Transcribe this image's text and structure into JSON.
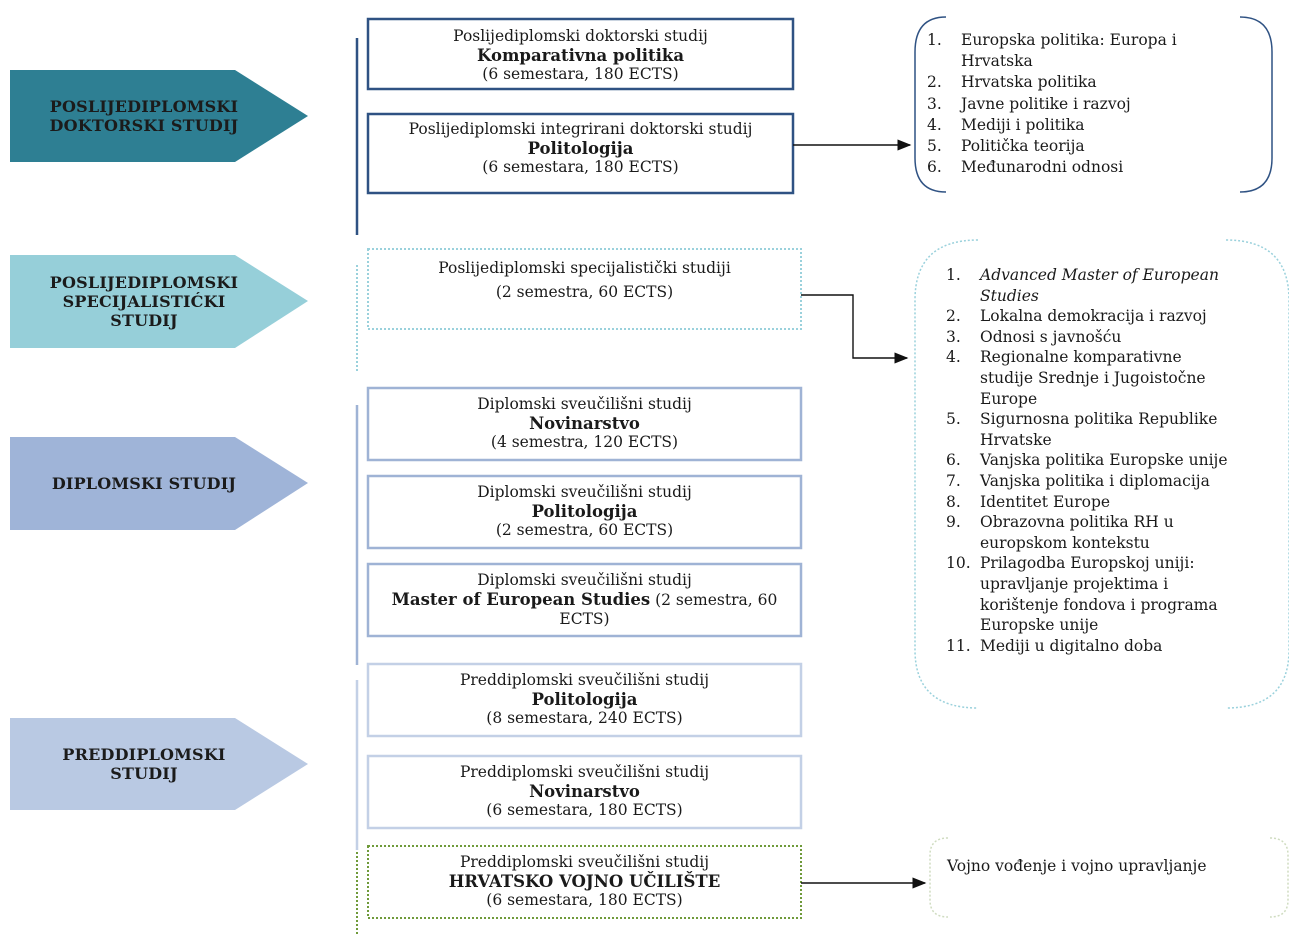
{
  "colors": {
    "doctoral": "#2e7f93",
    "specialist": "#96cfd9",
    "graduate": "#9fb4d8",
    "undergraduate": "#b9c9e3",
    "box_border_dark": "#2f5283",
    "box_border_light": "#9fb3d5",
    "box_border_specialist": "#9ad1dc",
    "box_border_military": "#6f9a3a"
  },
  "levels": {
    "doctoral": [
      "POSLIJEDIPLOMSKI",
      "DOKTORSKI STUDIJ"
    ],
    "specialist": [
      "POSLIJEDIPLOMSKI",
      "SPECIJALISTIĆKI",
      "STUDIJ"
    ],
    "graduate": [
      "DIPLOMSKI STUDIJ"
    ],
    "undergraduate": [
      "PREDDIPLOMSKI",
      "STUDIJ"
    ]
  },
  "programs": {
    "p1": {
      "line1": "Poslijediplomski doktorski studij",
      "name": "Komparativna politika",
      "line3": "(6 semestara, 180 ECTS)"
    },
    "p2": {
      "line1": "Poslijediplomski integrirani doktorski studij",
      "name": "Politologija",
      "line3": "(6 semestara, 180 ECTS)"
    },
    "p3": {
      "line1": "Poslijediplomski specijalistički studiji",
      "line3": "(2 semestra, 60 ECTS)"
    },
    "p4": {
      "line1": "Diplomski sveučilišni studij",
      "name": "Novinarstvo",
      "line3": "(4 semestra, 120 ECTS)"
    },
    "p5": {
      "line1": "Diplomski sveučilišni studij",
      "name": "Politologija",
      "line3": "(2 semestra, 60 ECTS)"
    },
    "p6": {
      "line1": "Diplomski sveučilišni studij",
      "name": "Master of European Studies",
      "name_suffix": " (2 semestra, 60",
      "line3": "ECTS)"
    },
    "p7": {
      "line1": "Preddiplomski sveučilišni studij",
      "name": "Politologija",
      "line3": "(8 semestara, 240 ECTS)"
    },
    "p8": {
      "line1": "Preddiplomski sveučilišni studij",
      "name": "Novinarstvo",
      "line3": "(6 semestara, 180 ECTS)"
    },
    "p9": {
      "line1": "Preddiplomski sveučilišni studij",
      "name": "HRVATSKO VOJNO UČILIŠTE",
      "line3": "(6 semestara, 180 ECTS)"
    }
  },
  "doctoral_modules": [
    {
      "n": "1.",
      "lines": [
        "Europska politika: Europa i",
        "Hrvatska"
      ]
    },
    {
      "n": "2.",
      "lines": [
        "Hrvatska politika"
      ]
    },
    {
      "n": "3.",
      "lines": [
        "Javne politike i razvoj"
      ]
    },
    {
      "n": "4.",
      "lines": [
        "Mediji i politika"
      ]
    },
    {
      "n": "5.",
      "lines": [
        "Politička teorija"
      ]
    },
    {
      "n": "6.",
      "lines": [
        "Međunarodni odnosi"
      ]
    }
  ],
  "specialist_programs": [
    {
      "n": "1.",
      "lines": [
        "Advanced Master of European",
        "Studies"
      ]
    },
    {
      "n": "2.",
      "lines": [
        "Lokalna demokracija i razvoj"
      ]
    },
    {
      "n": "3.",
      "lines": [
        "Odnosi s javnošću"
      ]
    },
    {
      "n": "4.",
      "lines": [
        "Regionalne komparativne",
        "studije Srednje i Jugoistočne",
        "Europe"
      ]
    },
    {
      "n": "5.",
      "lines": [
        "Sigurnosna politika Republike",
        "Hrvatske"
      ]
    },
    {
      "n": "6.",
      "lines": [
        "Vanjska politika Europske unije"
      ]
    },
    {
      "n": "7.",
      "lines": [
        "Vanjska politika i diplomacija"
      ]
    },
    {
      "n": "8.",
      "lines": [
        "Identitet Europe"
      ]
    },
    {
      "n": "9.",
      "lines": [
        "Obrazovna politika RH u",
        "europskom kontekstu"
      ]
    },
    {
      "n": "10.",
      "lines": [
        "Prilagodba Europskoj uniji:",
        "upravljanje projektima i",
        "korištenje fondova i programa",
        "Europske unije"
      ]
    },
    {
      "n": "11.",
      "lines": [
        "Mediji u digitalno doba"
      ]
    }
  ],
  "military_program": "Vojno vođenje i vojno upravljanje"
}
